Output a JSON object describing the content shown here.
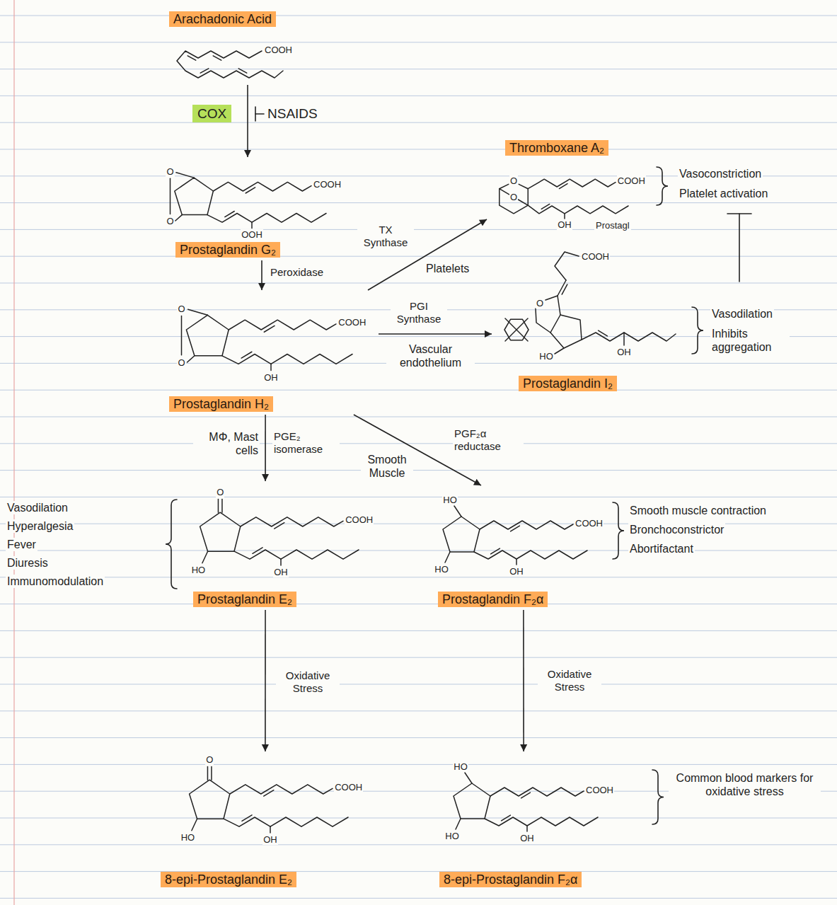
{
  "diagram": {
    "nodes": [
      {
        "text": [
          "Arachadonic Acid"
        ]
      },
      {
        "text": [
          "Prostaglandin G₂"
        ]
      },
      {
        "text": [
          "Thromboxane A₂"
        ]
      },
      {
        "text": [
          "Prostaglandin H₂"
        ]
      },
      {
        "text": [
          "Prostaglandin I₂"
        ]
      },
      {
        "text": [
          "Prostaglandin E₂"
        ]
      },
      {
        "text": [
          "Prostaglandin F₂α"
        ]
      },
      {
        "text": [
          "8-epi-Prostaglandin E₂"
        ]
      },
      {
        "text": [
          "8-epi-Prostaglandin F₂α"
        ]
      }
    ],
    "edges": [
      {
        "from": 0,
        "to": 1,
        "label": "COX",
        "arrow": "to"
      },
      {
        "from": 1,
        "to": 3,
        "label": "Peroxidase",
        "arrow": "to"
      },
      {
        "from": 3,
        "to": 2,
        "label": "TX Synthase",
        "arrow": "to"
      },
      {
        "from": 3,
        "to": 4,
        "label": "PGI Synthase",
        "arrow": "to"
      },
      {
        "from": 3,
        "to": 5,
        "label": "PGE₂ isomerase",
        "arrow": "to"
      },
      {
        "from": 3,
        "to": 6,
        "label": "PGF₂α reductase",
        "arrow": "to"
      },
      {
        "from": 5,
        "to": 7,
        "label": "Oxidative Stress",
        "arrow": "to"
      },
      {
        "from": 6,
        "to": 8,
        "label": "Oxidative Stress",
        "arrow": "to"
      }
    ],
    "labels": [
      "COOH",
      "NSAIDS",
      "O",
      "O",
      "COOH",
      "OOH",
      "O",
      "O",
      "COOH",
      "OH",
      "Prostagl",
      "Vasoconstriction",
      "Platelet activation",
      "Platelets",
      "O",
      "O",
      "COOH",
      "OH",
      "Vascular endothelium",
      "COOH",
      "O",
      "HO",
      "OH",
      "Vasodilation",
      "Inhibits aggregation",
      "MΦ, Mast cells",
      "Smooth Muscle",
      "Vasodilation",
      "Hyperalgesia",
      "Fever",
      "Diuresis",
      "Immunomodulation",
      "O",
      "COOH",
      "HO",
      "OH",
      "HO",
      "COOH",
      "HO",
      "OH",
      "Smooth muscle contraction",
      "Bronchoconstrictor",
      "Abortifactant",
      "O",
      "COOH",
      "HO",
      "OH",
      "HO",
      "COOH",
      "HO",
      "OH",
      "Common blood markers for oxidative stress"
    ]
  }
}
